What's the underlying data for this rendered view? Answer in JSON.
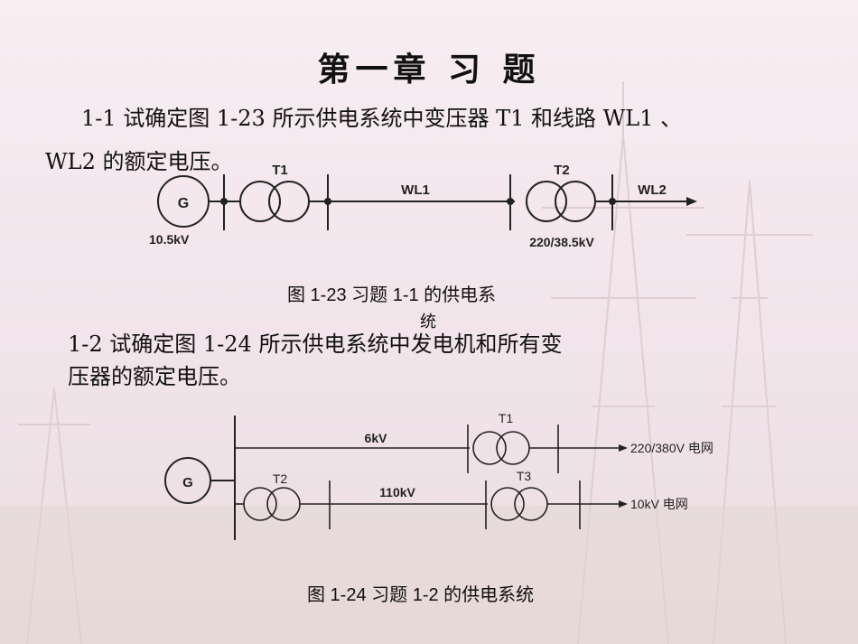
{
  "title": "第一章 习  题",
  "problem1": {
    "line1": "1-1   试确定图 1-23 所示供电系统中变压器 T1 和线路 WL1 、",
    "line2": "WL2 的额定电压。",
    "figure": {
      "generator": "G",
      "t1": "T1",
      "wl1": "WL1",
      "t2": "T2",
      "wl2": "WL2",
      "gen_voltage": "10.5kV",
      "t2_voltage": "220/38.5kV"
    },
    "caption_line1": "图 1-23   习题 1-1 的供电系",
    "caption_line2": "统"
  },
  "problem2": {
    "line1": "1-2   试确定图 1-24 所示供电系统中发电机和所有变",
    "line2": "压器的额定电压。",
    "figure": {
      "generator": "G",
      "t1": "T1",
      "t2": "T2",
      "t3": "T3",
      "line_6kv": "6kV",
      "line_110kv": "110kV",
      "out1": "220/380V 电网",
      "out2": "10kV 电网"
    },
    "caption": "图 1-24   习题 1-2 的供电系统"
  }
}
